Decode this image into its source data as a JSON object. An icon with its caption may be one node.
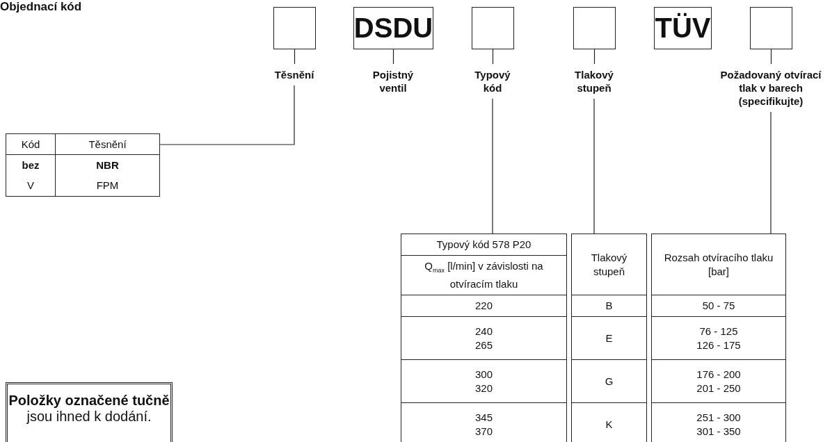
{
  "diagram": {
    "title": "Objednací kód",
    "nodes": [
      {
        "text": [],
        "shape": "box"
      },
      {
        "text": [
          "DSDU"
        ]
      },
      {
        "text": [],
        "shape": "box"
      },
      {
        "text": [],
        "shape": "box"
      },
      {
        "text": [
          "TÜV"
        ]
      },
      {
        "text": [],
        "shape": "box"
      },
      {
        "text": [
          "Těsnění"
        ]
      },
      {
        "text": [
          "Pojistný ventil"
        ]
      },
      {
        "text": [
          "Typový kód"
        ]
      },
      {
        "text": [
          "Tlakový stupeň"
        ]
      },
      {
        "text": [
          "Požadovaný otvírací tlak v barech (specifikujte)"
        ]
      },
      {
        "text": [
          "Kód",
          "Těsnění",
          "bez",
          "NBR",
          "V",
          "FPM"
        ]
      },
      {
        "text": [
          "Typový kód 578 P20",
          "Q$_{max}$ [l/min] v závislosti na otvíracím tlaku",
          "220",
          "240",
          "265",
          "300",
          "320",
          "345",
          "370"
        ]
      },
      {
        "text": [
          "Tlakový stupeň",
          "B",
          "E",
          "G",
          "K"
        ]
      },
      {
        "text": [
          "Rozsah otvíracího tlaku [bar]",
          "50 - 75",
          "76 - 125",
          "126 - 175",
          "176 - 200",
          "201 - 250",
          "251 - 300",
          "301 - 350"
        ]
      },
      {
        "text": [
          "Položky označené tučně",
          "jsou ihned k dodání."
        ]
      }
    ],
    "edges": [
      {
        "from": 0,
        "to": 6,
        "arrow": "none"
      },
      {
        "from": 6,
        "to": 11,
        "arrow": "none"
      },
      {
        "from": 1,
        "to": 7,
        "arrow": "none"
      },
      {
        "from": 2,
        "to": 8,
        "arrow": "none"
      },
      {
        "from": 8,
        "to": 12,
        "arrow": "none"
      },
      {
        "from": 3,
        "to": 9,
        "arrow": "none"
      },
      {
        "from": 9,
        "to": 13,
        "arrow": "none"
      },
      {
        "from": 5,
        "to": 10,
        "arrow": "none"
      },
      {
        "from": 10,
        "to": 14,
        "arrow": "none"
      }
    ]
  }
}
